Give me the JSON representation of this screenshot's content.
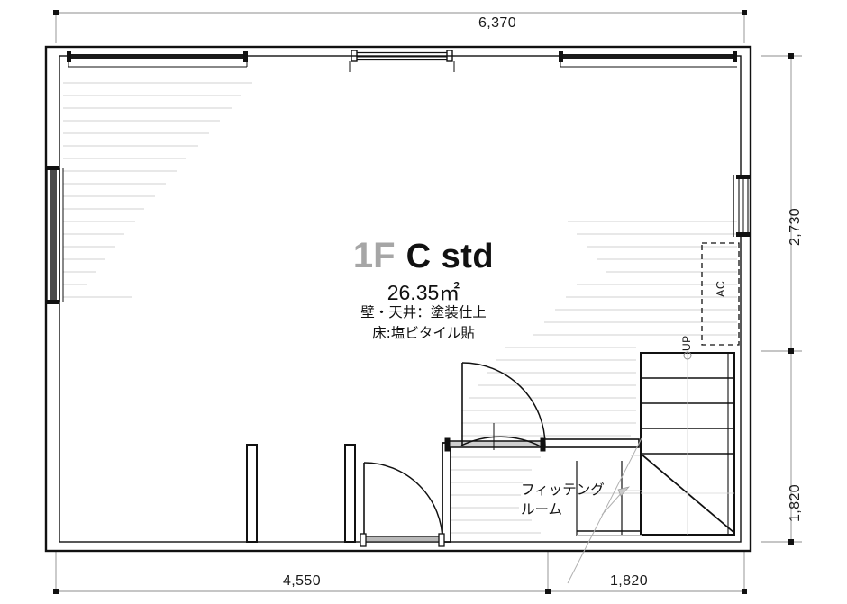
{
  "drawing": {
    "type": "architectural-floor-plan",
    "unit": "mm",
    "floor_label": "1F",
    "plan_name": "C std",
    "area": "26.35",
    "area_unit": "㎡",
    "finish_notes": [
      "壁・天井：塗装仕上",
      "床:塩ビタイル貼"
    ],
    "rooms": [
      {
        "name": "フィッテング\nルーム",
        "line1": "フィッテング",
        "line2": "ルーム"
      }
    ],
    "annotations": {
      "ac": "AC",
      "up": "UP"
    }
  },
  "dimensions": {
    "top": {
      "value": "6,370",
      "position": "top",
      "span": "overall-width"
    },
    "right_upper": {
      "value": "2,730",
      "position": "right",
      "span": "upper-depth"
    },
    "right_lower": {
      "value": "1,820",
      "position": "right",
      "span": "lower-depth"
    },
    "bottom_left": {
      "value": "4,550",
      "position": "bottom",
      "span": "left-width"
    },
    "bottom_right": {
      "value": "1,820",
      "position": "bottom",
      "span": "right-width"
    }
  },
  "colors": {
    "wall": "#111111",
    "hatch": "#b8b8b8",
    "dim_line": "#8c8c8c",
    "floor_label": "#a6a6a6",
    "text": "#111111",
    "background": "#ffffff"
  }
}
